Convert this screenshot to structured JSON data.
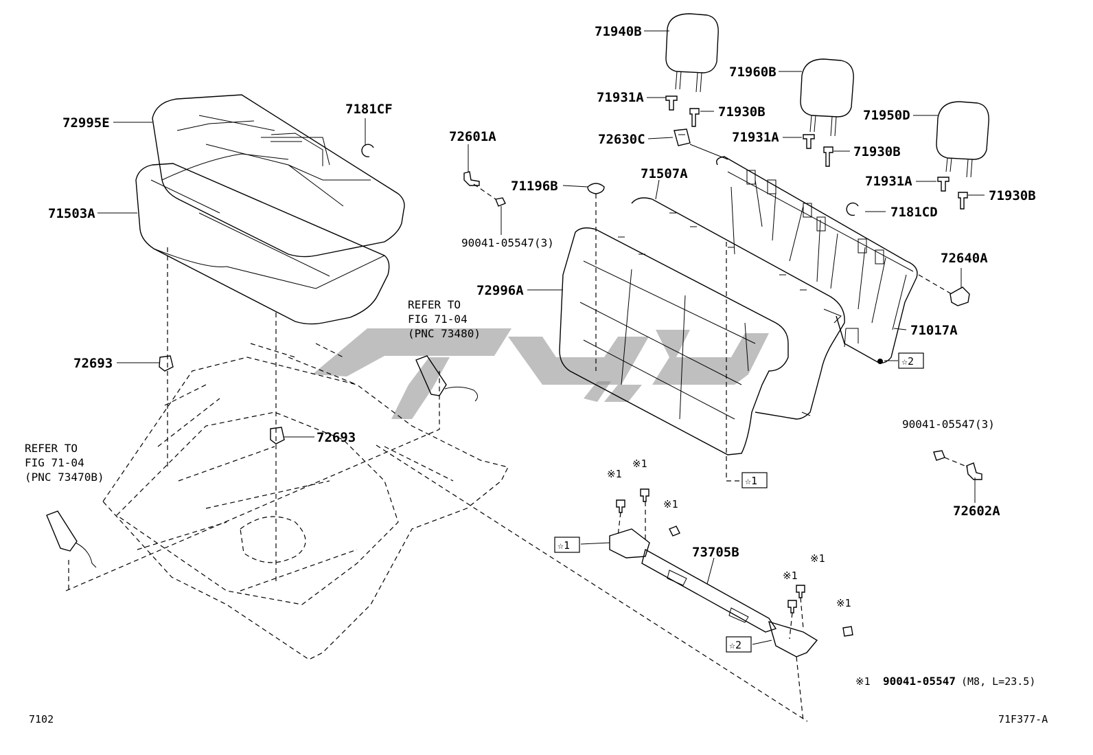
{
  "labels": {
    "p71940B": "71940B",
    "p71960B": "71960B",
    "p71950D": "71950D",
    "p71931A_1": "71931A",
    "p71931A_2": "71931A",
    "p71931A_3": "71931A",
    "p71930B_1": "71930B",
    "p71930B_2": "71930B",
    "p71930B_3": "71930B",
    "p72630C": "72630C",
    "p72995E": "72995E",
    "p7181CF": "7181CF",
    "p72601A": "72601A",
    "p71196B": "71196B",
    "p71507A": "71507A",
    "p71503A": "71503A",
    "p7181CD": "7181CD",
    "p90041_top": "90041-05547(3)",
    "p72640A": "72640A",
    "p72996A": "72996A",
    "p71017A": "71017A",
    "p72693_1": "72693",
    "p72693_2": "72693",
    "p90041_right": "90041-05547(3)",
    "p72602A": "72602A",
    "p73705B": "73705B"
  },
  "refer_upper": {
    "line1": "REFER TO",
    "line2": "FIG 71-04",
    "line3": "(PNC 73480)"
  },
  "refer_lower": {
    "line1": "REFER TO",
    "line2": "FIG 71-04",
    "line3": "(PNC 73470B)"
  },
  "marks": {
    "star1": "☆1",
    "star2": "☆2",
    "kome1": "※1"
  },
  "footnote": {
    "mark": "※1",
    "part": "90041-05547",
    "spec": "(M8, L=23.5)"
  },
  "footer": {
    "left_code": "7102",
    "right_code": "71F377-A"
  }
}
